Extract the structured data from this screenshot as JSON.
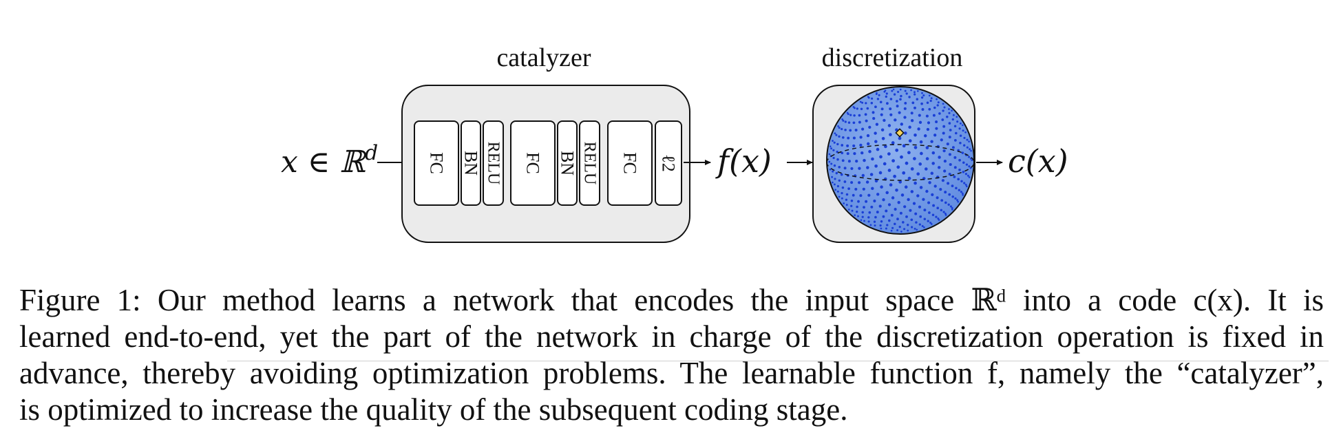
{
  "diagram": {
    "input_label": "x ∈ ℝ",
    "input_sup": "d",
    "catalyzer_title": "catalyzer",
    "discretization_title": "discretization",
    "layers": [
      "FC",
      "BN",
      "RELU",
      "FC",
      "BN",
      "RELU",
      "FC",
      "ℓ2"
    ],
    "fx_label": "f(x)",
    "cx_label": "c(x)",
    "colors": {
      "box_fill": "#ebebeb",
      "stroke": "#111111",
      "sphere_fill": "#6e9ae6",
      "dots": "#1a3fd6"
    }
  },
  "caption": {
    "line1": "Figure 1: Our method learns a network that encodes the input space ℝᵈ into a code c(x). It is",
    "line2": "learned end-to-end, yet the part of the network in charge of the discretization operation is fixed in",
    "line3": "advance, thereby avoiding optimization problems. The learnable function f, namely the “catalyzer”,",
    "line4": "is optimized to increase the quality of the subsequent coding stage."
  }
}
